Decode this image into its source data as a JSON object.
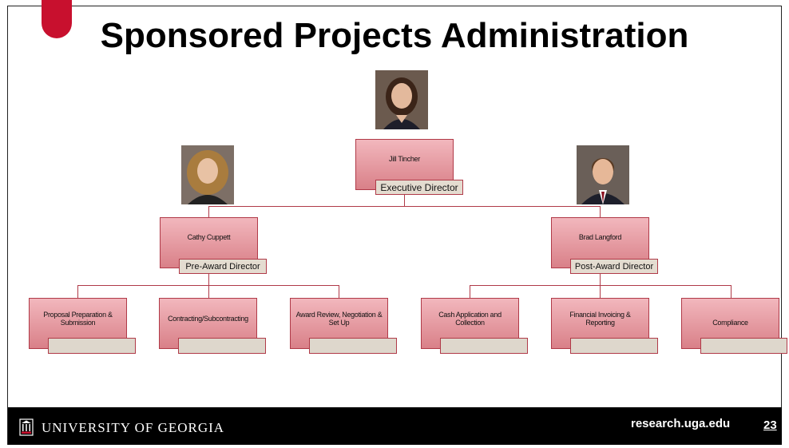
{
  "title": "Sponsored Projects Administration",
  "executive": {
    "name": "Jill Tincher",
    "role": "Executive Director"
  },
  "pre_award": {
    "name": "Cathy Cuppett",
    "role": "Pre-Award Director"
  },
  "post_award": {
    "name": "Brad Langford",
    "role": "Post-Award Director"
  },
  "units": [
    {
      "label": "Proposal Preparation & Submission"
    },
    {
      "label": "Contracting/Subcontracting"
    },
    {
      "label": "Award Review, Negotiation & Set Up"
    },
    {
      "label": "Cash Application and Collection"
    },
    {
      "label": "Financial Invoicing & Reporting"
    },
    {
      "label": "Compliance"
    }
  ],
  "footer": {
    "university": "UNIVERSITY OF GEORGIA",
    "url": "research.uga.edu",
    "page": "23"
  },
  "colors": {
    "brand_red": "#c8102e",
    "box_fill": "#e6a0a8",
    "line": "#b03a48"
  }
}
